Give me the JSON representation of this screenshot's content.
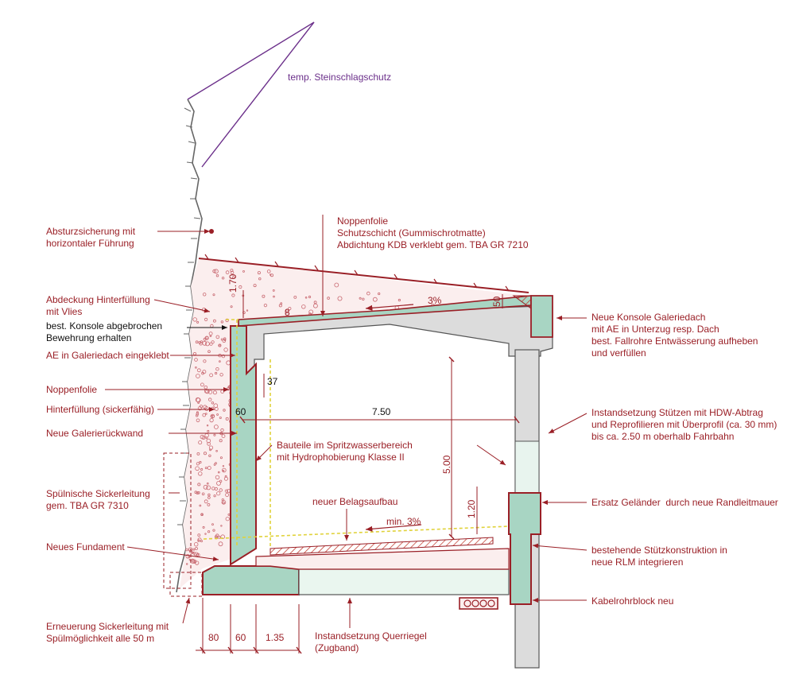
{
  "colors": {
    "annotation": "#9a1f26",
    "concrete_new": "#a8d5c3",
    "concrete_existing": "#dcdcdc",
    "soil_dots": "#c96a72",
    "purple": "#6b2f8a",
    "yellow": "#e0d23a"
  },
  "labels": {
    "steinschlag": "temp. Steinschlagschutz",
    "absturz": "Absturzsicherung mit\nhorizontaler Führung",
    "noppen_top": "Noppenfolie\nSchutzschicht (Gummischrotmatte)\nAbdichtung KDB verklebt gem. TBA GR 7210",
    "abdeckung": "Abdeckung Hinterfüllung\nmit Vlies",
    "konsole_alt": "best. Konsole abgebrochen\nBewehrung erhalten",
    "ae_dach": "AE in Galeriedach eingeklebt",
    "noppen_left": "Noppenfolie",
    "hinterfuellung": "Hinterfüllung (sickerfähig)",
    "rueckwand": "Neue Galerierückwand",
    "spuelnische": "Spülnische Sickerleitung\ngem. TBA GR 7310",
    "fundament": "Neues Fundament",
    "sickerleitung": "Erneuerung Sickerleitung mit\nSpülmöglichkeit alle 50 m",
    "konsole_neu": "Neue Konsole Galeriedach\nmit AE in Unterzug resp. Dach\nbest. Fallrohre Entwässerung aufheben\nund verfüllen",
    "stuetzen": "Instandsetzung Stützen mit HDW-Abtrag\nund Reprofilieren mit Überprofil (ca. 30 mm)\nbis ca. 2.50 m oberhalb Fahrbahn",
    "bauteile": "Bauteile im Spritzwasserbereich\nmit Hydrophobierung Klasse II",
    "belag": "neuer Belagsaufbau",
    "gelaender": "Ersatz Geländer  durch neue Randleitmauer",
    "stuetzkonstr": "bestehende Stützkonstruktion in\nneue RLM integrieren",
    "kabel": "Kabelrohrblock neu",
    "querriegel": "Instandsetzung Querriegel\n(Zugband)"
  },
  "dims": {
    "d170": "1.70",
    "d8": "8",
    "d3pct": "3%",
    "d50": "50",
    "d37": "37",
    "d60_top": "60",
    "d750": "7.50",
    "d500": "5.00",
    "d120": "1.20",
    "min3pct": "min. 3%",
    "d80": "80",
    "d60_bot": "60",
    "d135": "1.35"
  }
}
